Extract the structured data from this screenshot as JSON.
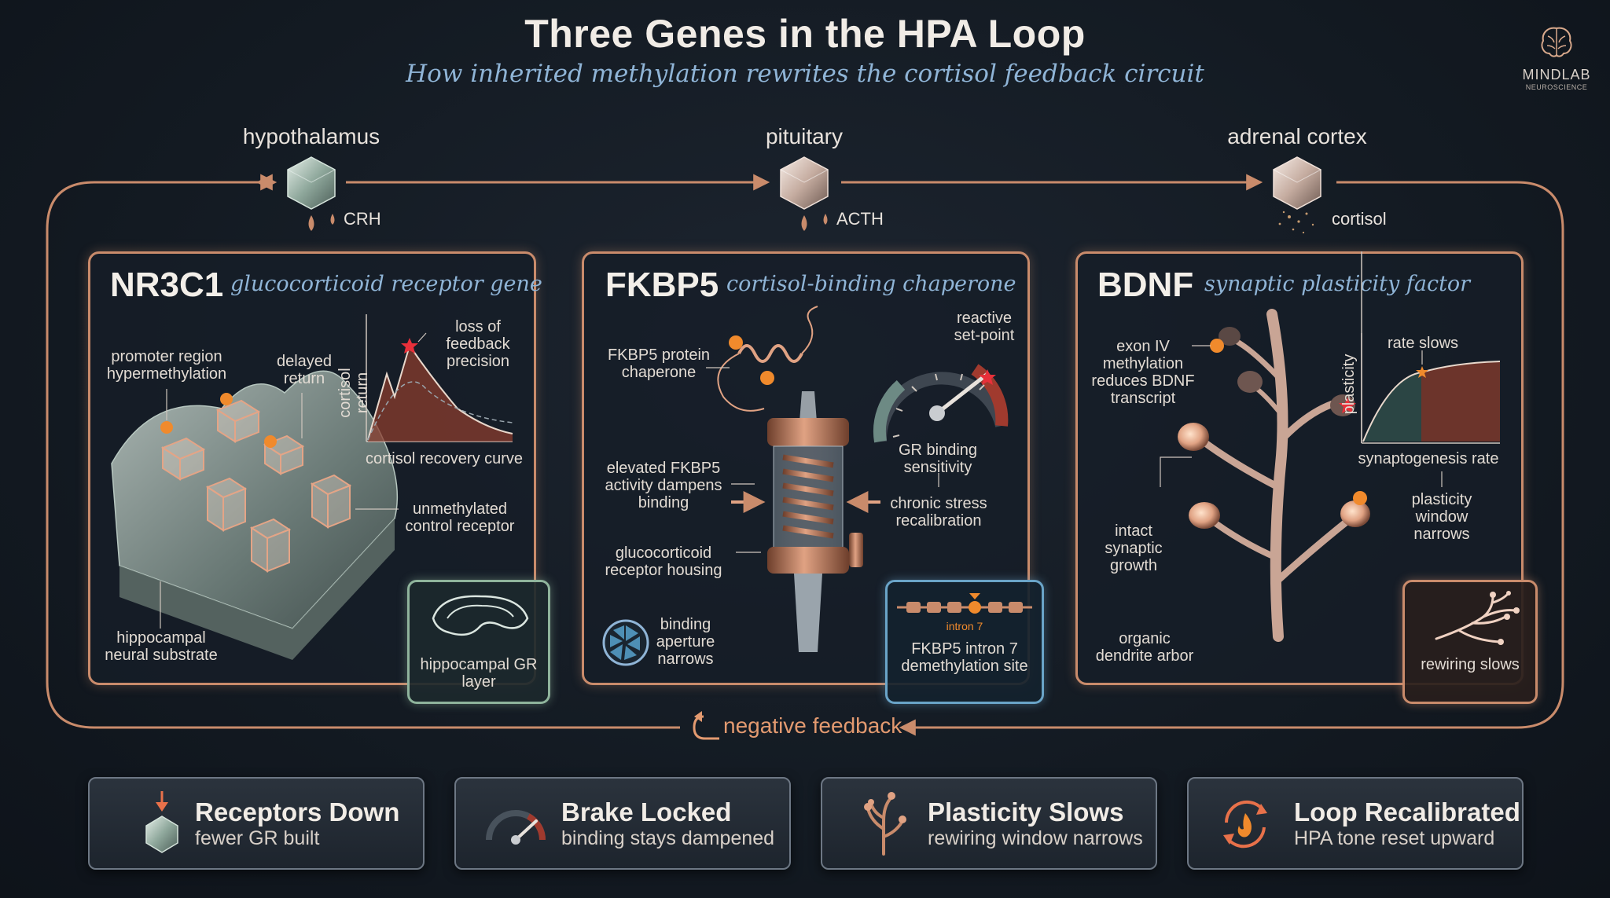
{
  "header": {
    "title": "Three Genes in the HPA Loop",
    "subtitle": "How inherited methylation rewrites the cortisol feedback circuit"
  },
  "logo": {
    "line1": "MINDLAB",
    "line2": "NEUROSCIENCE"
  },
  "axis": {
    "nodes": [
      {
        "label": "hypothalamus",
        "hormone": "CRH"
      },
      {
        "label": "pituitary",
        "hormone": "ACTH"
      },
      {
        "label": "adrenal cortex",
        "hormone": "cortisol"
      }
    ],
    "feedback_label": "negative feedback"
  },
  "panels": {
    "nr3c1": {
      "gene": "NR3C1",
      "description": "glucocorticoid receptor gene",
      "labels": {
        "promoter": "promoter region hypermethylation",
        "delayed": "delayed return",
        "loss": "loss of feedback precision",
        "yaxis": "cortisol return",
        "curve": "cortisol recovery curve",
        "unmethylated": "unmethylated control receptor",
        "substrate": "hippocampal neural substrate"
      },
      "inset": "hippocampal GR layer"
    },
    "fkbp5": {
      "gene": "FKBP5",
      "description": "cortisol-binding chaperone",
      "labels": {
        "protein": "FKBP5 protein chaperone",
        "elevated": "elevated FKBP5 activity dampens binding",
        "housing": "glucocorticoid receptor housing",
        "aperture": "binding aperture narrows",
        "setpoint": "reactive set-point",
        "sensitivity": "GR binding sensitivity",
        "chronic": "chronic stress recalibration"
      },
      "inset_tag": "intron 7",
      "inset": "FKBP5 intron 7 demethylation site"
    },
    "bdnf": {
      "gene": "BDNF",
      "description": "synaptic plasticity factor",
      "labels": {
        "exon": "exon IV methylation reduces BDNF transcript",
        "intact": "intact synaptic growth",
        "arbor": "organic dendrite arbor",
        "rate_slows": "rate slows",
        "yaxis": "plasticity",
        "xaxis": "synaptogenesis rate",
        "window": "plasticity window narrows"
      },
      "inset": "rewiring slows"
    }
  },
  "cards": [
    {
      "title": "Receptors Down",
      "subtitle": "fewer GR built",
      "icon": "receptor-crystal-icon"
    },
    {
      "title": "Brake Locked",
      "subtitle": "binding stays dampened",
      "icon": "gauge-icon"
    },
    {
      "title": "Plasticity Slows",
      "subtitle": "rewiring window narrows",
      "icon": "dendrite-icon"
    },
    {
      "title": "Loop Recalibrated",
      "subtitle": "HPA tone reset upward",
      "icon": "cycle-flame-icon"
    }
  ],
  "colors": {
    "copper": "#c98b6b",
    "accent_blue": "#8fb4d6",
    "red_marker": "#e8303a",
    "orange_dot": "#f08a2c"
  }
}
